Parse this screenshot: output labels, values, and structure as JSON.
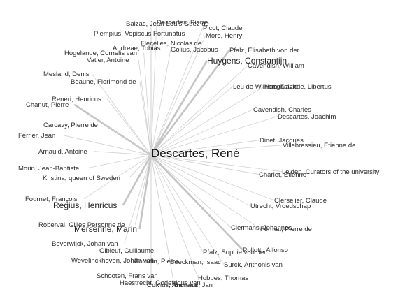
{
  "network": {
    "hub": "Descartes, René",
    "nodes": [
      {
        "name": "Balzac, Jean-Louis Guez de",
        "major": false,
        "strong": false
      },
      {
        "name": "Descartes, Pierre",
        "major": false,
        "strong": false
      },
      {
        "name": "Picot, Claude",
        "major": false,
        "strong": false
      },
      {
        "name": "Plempius, Vopiscus Fortunatus",
        "major": false,
        "strong": false
      },
      {
        "name": "More, Henry",
        "major": false,
        "strong": false
      },
      {
        "name": "Flécelles, Nicolas de",
        "major": false,
        "strong": false
      },
      {
        "name": "Andreae, Tobias",
        "major": false,
        "strong": false
      },
      {
        "name": "Golius, Jacobus",
        "major": false,
        "strong": false
      },
      {
        "name": "Pfalz, Elisabeth von der",
        "major": false,
        "strong": true
      },
      {
        "name": "Hogelande, Cornelis van",
        "major": false,
        "strong": false
      },
      {
        "name": "Vatier, Antoine",
        "major": false,
        "strong": false
      },
      {
        "name": "Huygens, Constantijn",
        "major": true,
        "strong": true
      },
      {
        "name": "Cavendish, William",
        "major": false,
        "strong": false
      },
      {
        "name": "Mesland, Denis",
        "major": false,
        "strong": false
      },
      {
        "name": "Beaune, Florimond de",
        "major": false,
        "strong": false
      },
      {
        "name": "Leu de Wilhem, David",
        "major": false,
        "strong": false
      },
      {
        "name": "Hooghelande, Libertus",
        "major": false,
        "strong": false
      },
      {
        "name": "Reneri, Henricus",
        "major": false,
        "strong": false
      },
      {
        "name": "Chanut, Pierre",
        "major": false,
        "strong": true
      },
      {
        "name": "Cavendish, Charles",
        "major": false,
        "strong": false
      },
      {
        "name": "Descartes, Joachim",
        "major": false,
        "strong": false
      },
      {
        "name": "Carcavy, Pierre de",
        "major": false,
        "strong": false
      },
      {
        "name": "Ferrier, Jean",
        "major": false,
        "strong": false
      },
      {
        "name": "Dinet, Jacques",
        "major": false,
        "strong": false
      },
      {
        "name": "Villebressieu, Étienne de",
        "major": false,
        "strong": false
      },
      {
        "name": "Arnauld, Antoine",
        "major": false,
        "strong": false
      },
      {
        "name": "Morin, Jean-Baptiste",
        "major": false,
        "strong": false
      },
      {
        "name": "Leiden, Curators of the university",
        "major": false,
        "strong": false
      },
      {
        "name": "Charlet, Étienne",
        "major": false,
        "strong": false
      },
      {
        "name": "Kristina, queen of Sweden",
        "major": false,
        "strong": false
      },
      {
        "name": "Fournet, François",
        "major": false,
        "strong": false
      },
      {
        "name": "Clerselier, Claude",
        "major": false,
        "strong": false
      },
      {
        "name": "Regius, Henricus",
        "major": true,
        "strong": true
      },
      {
        "name": "Utrecht, Vroedschap",
        "major": false,
        "strong": false
      },
      {
        "name": "Roberval, Gilles Personne de",
        "major": false,
        "strong": false
      },
      {
        "name": "Mersenne, Marin",
        "major": true,
        "strong": true
      },
      {
        "name": "Ciermans, Johannes",
        "major": false,
        "strong": false
      },
      {
        "name": "Fermat, Pierre de",
        "major": false,
        "strong": false
      },
      {
        "name": "Beverwijck, Johan van",
        "major": false,
        "strong": false
      },
      {
        "name": "Gibieuf, Guillaume",
        "major": false,
        "strong": false
      },
      {
        "name": "Pfalz, Sophie von der",
        "major": false,
        "strong": false
      },
      {
        "name": "Pollotti, Alfonso",
        "major": false,
        "strong": true
      },
      {
        "name": "Wevelinckhoven, Johan van",
        "major": false,
        "strong": false
      },
      {
        "name": "Bourdin, Pierre",
        "major": false,
        "strong": false
      },
      {
        "name": "Beeckman, Isaac",
        "major": false,
        "strong": false
      },
      {
        "name": "Surck, Anthonis van",
        "major": false,
        "strong": false
      },
      {
        "name": "Schooten, Frans van",
        "major": false,
        "strong": false
      },
      {
        "name": "Hobbes, Thomas",
        "major": false,
        "strong": false
      },
      {
        "name": "Haestrecht, Godefridus van",
        "major": false,
        "strong": false
      },
      {
        "name": "Colvius, Andreas",
        "major": false,
        "strong": false
      },
      {
        "name": "Bannius, Jan",
        "major": false,
        "strong": false
      }
    ]
  }
}
